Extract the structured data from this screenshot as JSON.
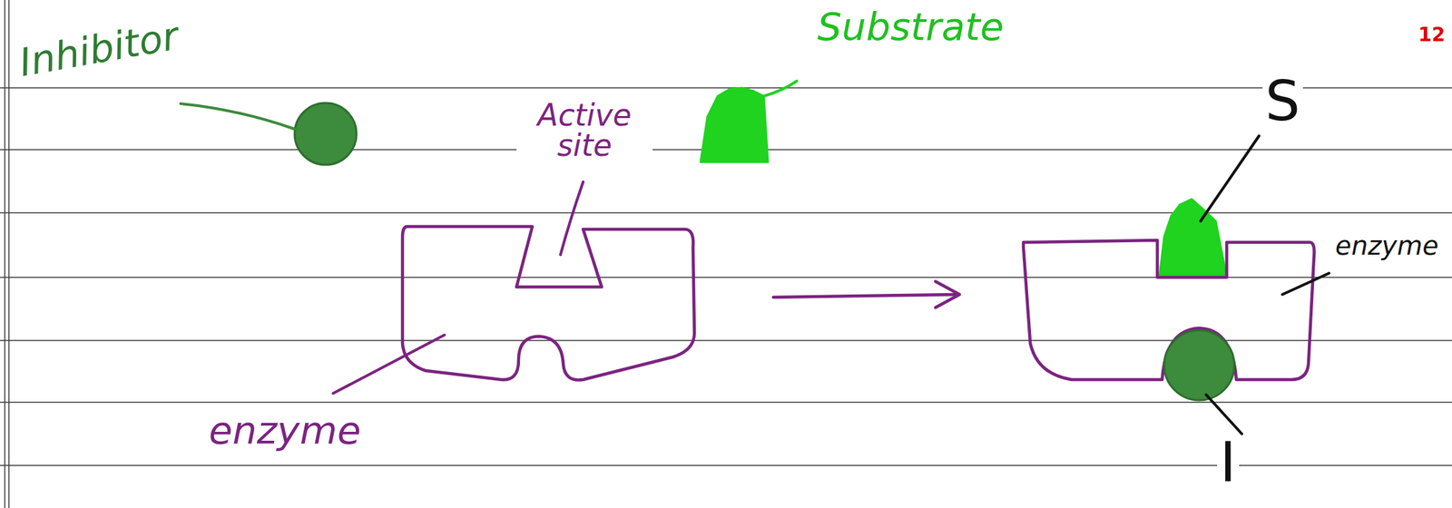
{
  "diagram": {
    "labels": [
      "12",
      "Inhibitor",
      "Active site",
      "Substrate",
      "enzyme",
      "S",
      "enzyme",
      "I"
    ]
  }
}
